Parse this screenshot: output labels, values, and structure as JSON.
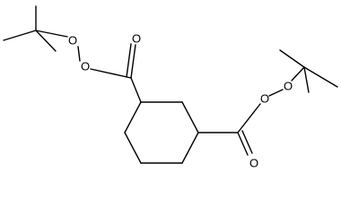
{
  "molecule": {
    "atoms": {
      "o_left_carbonyl": "O",
      "o_left_ester": "O",
      "o_left_peroxy": "O",
      "o_right_carbonyl": "O",
      "o_right_ester": "O",
      "o_right_peroxy": "O"
    },
    "colors": {
      "bond": "#000000",
      "label": "#000000",
      "background": "#ffffff"
    }
  }
}
